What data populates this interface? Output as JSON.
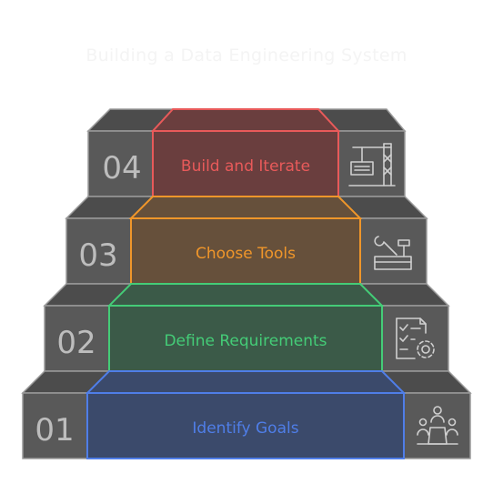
{
  "title": "Building a Data Engineering System",
  "steps": [
    {
      "number": "01",
      "label": "Identify Goals",
      "icon": "people-meeting-icon",
      "color": "#4f7ee8",
      "fill": "#3b4a6b"
    },
    {
      "number": "02",
      "label": "Define Requirements",
      "icon": "checklist-gear-icon",
      "color": "#44cc77",
      "fill": "#3b5a48"
    },
    {
      "number": "03",
      "label": "Choose Tools",
      "icon": "toolbox-icon",
      "color": "#f0962a",
      "fill": "#66503b"
    },
    {
      "number": "04",
      "label": "Build and Iterate",
      "icon": "crane-icon",
      "color": "#e85a5a",
      "fill": "#6a3e3e"
    }
  ],
  "colors": {
    "step_face": "#595959",
    "step_top": "#4c4c4c",
    "step_outline": "#9a9a9a",
    "number_text": "#bdbdbd",
    "icon_stroke": "#cfcfcf"
  }
}
